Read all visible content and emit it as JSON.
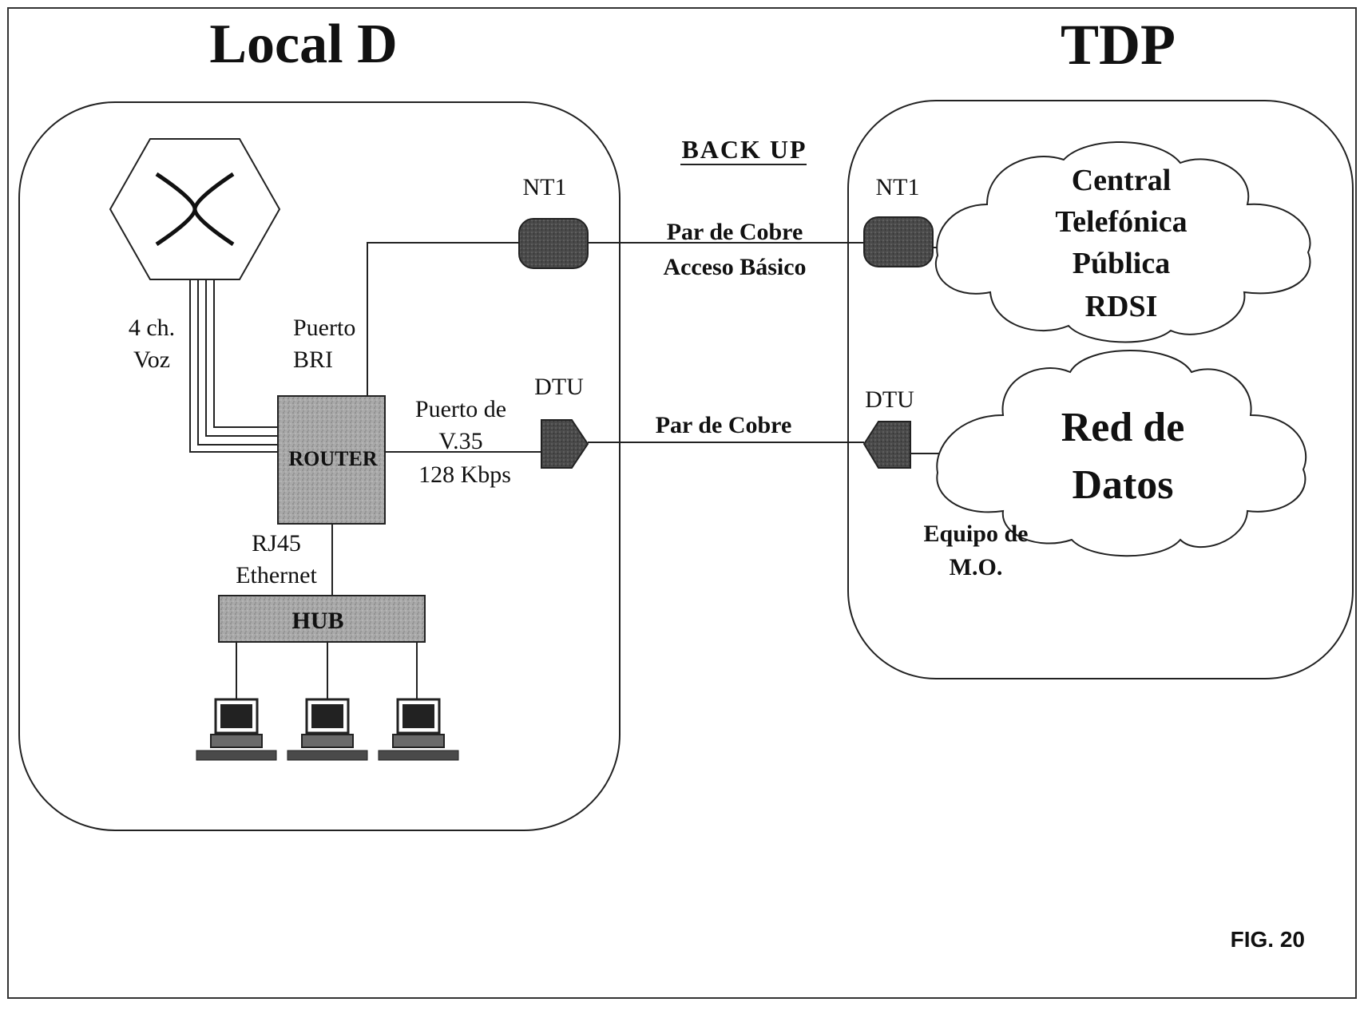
{
  "titles": {
    "left": "Local D",
    "right": "TDP"
  },
  "backup_label": "BACK UP",
  "pbx": {
    "voice_line_1": "4 ch.",
    "voice_line_2": "Voz"
  },
  "router": {
    "label": "ROUTER",
    "bri_line_1": "Puerto",
    "bri_line_2": "BRI",
    "v35_line_1": "Puerto de",
    "v35_line_2": "V.35",
    "v35_line_3": "128 Kbps"
  },
  "lan": {
    "rj45_line_1": "RJ45",
    "rj45_line_2": "Ethernet",
    "hub_label": "HUB"
  },
  "devices": {
    "nt1_local": "NT1",
    "nt1_remote": "NT1",
    "dtu_local": "DTU",
    "dtu_remote": "DTU"
  },
  "links": {
    "isdn_line_1": "Par de Cobre",
    "isdn_line_2": "Acceso Básico",
    "data_line_1": "Par de Cobre"
  },
  "clouds": {
    "rdsi": [
      "Central",
      "Telefónica",
      "Pública",
      "RDSI"
    ],
    "data": [
      "Red de",
      "Datos"
    ]
  },
  "equipment": {
    "line_1": "Equipo de",
    "line_2": "M.O."
  },
  "figure_label": "FIG. 20",
  "colors": {
    "stroke": "#222222",
    "device_fill": "#8a8a8a",
    "box_fill": "#a8a8a8",
    "dark_device": "#555555"
  }
}
